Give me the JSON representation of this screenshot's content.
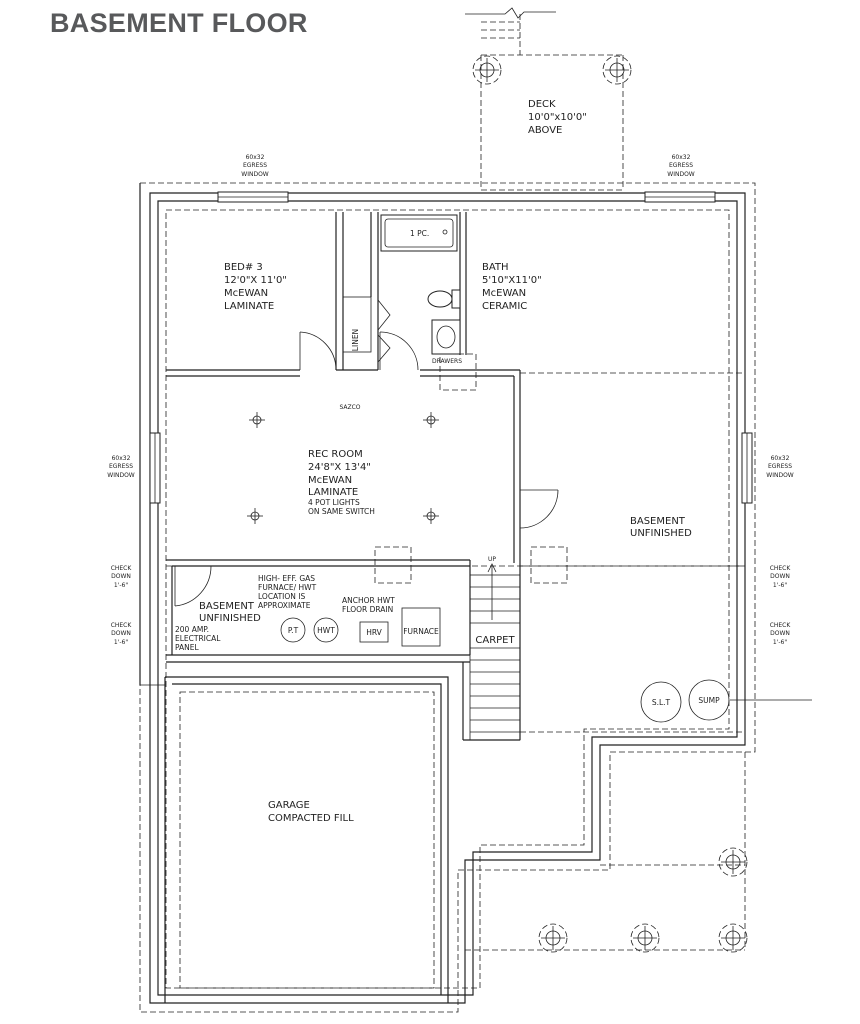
{
  "title": "BASEMENT FLOOR",
  "deck": {
    "name": "DECK",
    "size": "10'0\"x10'0\"",
    "note": "ABOVE"
  },
  "bed3": {
    "name": "BED# 3",
    "size": "12'0\"X 11'0\"",
    "maker": "McEWAN",
    "finish": "LAMINATE"
  },
  "bath": {
    "name": "BATH",
    "size": "5'10\"X11'0\"",
    "maker": "McEWAN",
    "finish": "CERAMIC"
  },
  "bathtub": "1 PC.",
  "linen": "LINEN",
  "drawers": "DRAWERS",
  "rec_room": {
    "name": "REC ROOM",
    "size": "24'8\"X 13'4\"",
    "maker": "McEWAN",
    "finish": "LAMINATE",
    "lights1": "4 POT LIGHTS",
    "lights2": "ON SAME SWITCH"
  },
  "sazco": "SAZCO",
  "basement_unfinished": {
    "line1": "BASEMENT",
    "line2": "UNFINISHED"
  },
  "mech_room": {
    "name1": "BASEMENT",
    "name2": "UNFINISHED",
    "furnace_note1": "HIGH- EFF. GAS",
    "furnace_note2": "FURNACE/ HWT",
    "furnace_note3": "LOCATION IS",
    "furnace_note4": "APPROXIMATE",
    "anchor1": "ANCHOR HWT",
    "anchor2": "FLOOR DRAIN",
    "panel1": "200 AMP.",
    "panel2": "ELECTRICAL",
    "panel3": "PANEL",
    "pt": "P.T",
    "hwt": "HWT",
    "hrv": "HRV",
    "furnace": "FURNACE"
  },
  "stairs": {
    "up": "UP",
    "carpet": "CARPET"
  },
  "slt": "S.L.T",
  "sump": "SUMP",
  "garage": {
    "line1": "GARAGE",
    "line2": "COMPACTED FILL"
  },
  "egress_window": {
    "line1": "60x32",
    "line2": "EGRESS",
    "line3": "WINDOW"
  },
  "check_down": {
    "line1": "CHECK",
    "line2": "DOWN",
    "line3": "1'-6\""
  }
}
